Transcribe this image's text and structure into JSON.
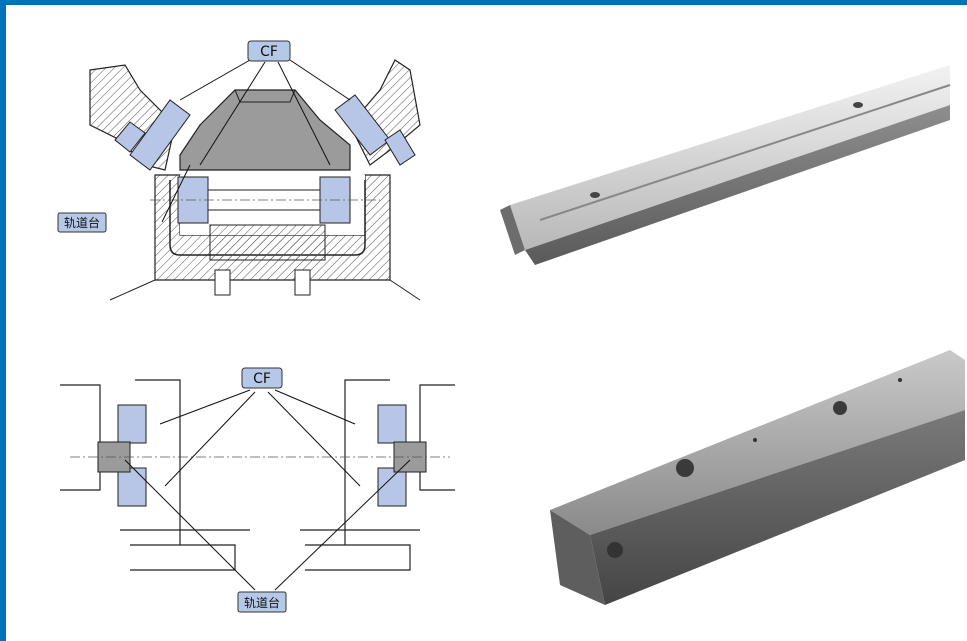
{
  "top_diagram": {
    "callout_label": "CF",
    "base_label": "轨道台"
  },
  "bottom_diagram": {
    "callout_label": "CF",
    "base_label": "轨道台"
  },
  "colors": {
    "frame_blue": "#0073b8",
    "callout_fill": "#b5c8e8",
    "follower_fill": "#b7c6e6",
    "track_gray": "#9b9b9b",
    "line": "#222222"
  },
  "photos": [
    {
      "name": "v-guide-rail-photo",
      "icon": "v-rail-photo"
    },
    {
      "name": "square-rail-photo",
      "icon": "square-rail-photo"
    }
  ]
}
